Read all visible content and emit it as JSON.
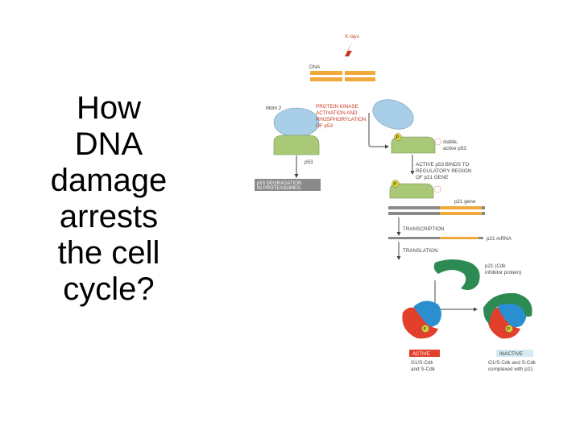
{
  "title_lines": [
    "How",
    "DNA",
    "damage",
    "arrests",
    "the cell",
    "cycle?"
  ],
  "labels": {
    "xrays": "X rays",
    "dna": "DNA",
    "mdm2": "Mdm 2",
    "kinase1": "PROTEIN KINASE",
    "kinase2": "ACTIVATION AND",
    "kinase3": "PHOSPHORYLATION",
    "kinase4": "OF p53",
    "stable1": "stable,",
    "stable2": "active p53",
    "p53": "p53",
    "degr1": "p53 DEGRADATION",
    "degr2": "IN PROTEASOMES",
    "bind1": "ACTIVE p53 BINDS TO",
    "bind2": "REGULATORY REGION",
    "bind3": "OF p21 GENE",
    "p21gene": "p21 gene",
    "transcription": "TRANSCRIPTION",
    "p21mrna": "p21 mRNA",
    "translation": "TRANSLATION",
    "p21cdk1": "p21 (Cdk",
    "p21cdk2": "inhibitor protein)",
    "active": "ACTIVE",
    "inactive": "INACTIVE",
    "activecap1": "G1/S-Cdk",
    "activecap2": "and S-Cdk",
    "inactivecap1": "G1/S-Cdk and S-Cdk",
    "inactivecap2": "complexed with p21",
    "phos": "P"
  },
  "colors": {
    "orange": "#f0a93a",
    "blue": "#a9cfe8",
    "green": "#a9c978",
    "darkgreen": "#2d8a52",
    "red": "#e3402c",
    "cdkblue": "#2a8fd0",
    "lightblue": "#d6e9f5",
    "gray": "#8a8a8a",
    "phosphate": "#d8d23a"
  }
}
